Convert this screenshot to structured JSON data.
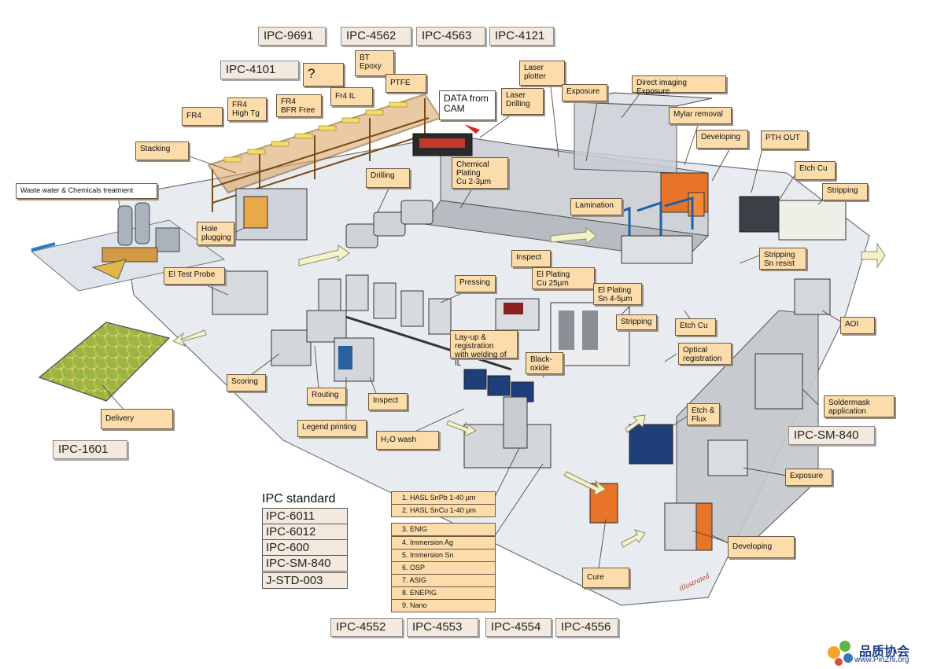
{
  "ipc_top": [
    "IPC-9691",
    "IPC-4562",
    "IPC-4563",
    "IPC-4121",
    "IPC-4101"
  ],
  "ipc_other": {
    "ipc_1601": "IPC-1601",
    "ipc_sm840_right": "IPC-SM-840"
  },
  "ipc_bottom": [
    "IPC-4552",
    "IPC-4553",
    "IPC-4554",
    "IPC-4556"
  ],
  "ipc_standard": {
    "title": "IPC standard",
    "items": [
      "IPC-6011",
      "IPC-6012",
      "IPC-600",
      "IPC-SM-840",
      "J-STD-003"
    ]
  },
  "labels": {
    "question": "?",
    "fr4": "FR4",
    "fr4_high_tg": "FR4\nHigh Tg",
    "fr4_bfr_free": "FR4\nBFR Free",
    "fr4_il": "Fr4 IL",
    "bt_epoxy": "BT\nEpoxy",
    "ptfe": "PTFE",
    "data_from_cam": "DATA from\nCAM",
    "laser_drilling": "Laser\nDrilling",
    "laser_plotter": "Laser\nplotter",
    "exposure_top": "Exposure",
    "direct_imaging": "Direct imaging Exposure",
    "mylar_removal": "Mylar removal",
    "developing_top": "Developing",
    "pth_out": "PTH OUT",
    "etch_cu_top": "Etch Cu",
    "stripping_top": "Stripping",
    "stacking": "Stacking",
    "waste_water": "Waste water & Chemicals treatment",
    "hole_plugging": "Hole\nplugging",
    "drilling": "Drilling",
    "chemical_plating": "Chemical\nPlating\nCu 2-3µm",
    "lamination": "Lamination",
    "inspect_mid": "Inspect",
    "el_plating_cu": "El Plating\nCu 25µm",
    "el_plating_sn": "El Plating\nSn 4-5µm",
    "stripping_sn": "Stripping\nSn resist",
    "el_test_probe": "El Test Probe",
    "pressing": "Pressing",
    "stripping_mid": "Stripping",
    "etch_cu_mid": "Etch Cu",
    "aoi": "AOI",
    "optical_registration": "Optical\nregistration",
    "layup": "Lay-up &\nregistration\nwith welding of IL",
    "black_oxide": "Black-\noxide",
    "scoring": "Scoring",
    "routing": "Routing",
    "inspect_low": "Inspect",
    "delivery": "Delivery",
    "legend_printing": "Legend printing",
    "h2o_wash": "H₂O wash",
    "etch_flux": "Etch &\nFlux",
    "soldermask": "Soldermask\napplication",
    "exposure_low": "Exposure",
    "developing_low": "Developing",
    "cure": "Cure"
  },
  "finishes": [
    "1. HASL SnPb 1-40 µm",
    "2. HASL SnCu 1-40 µm",
    "3. ENIG",
    "4. Immersion Ag",
    "5. Immersion Sn",
    "6. OSP",
    "7. ASIG",
    "8. ENEPIG",
    "9. Nano"
  ],
  "watermark": "illustrated",
  "logo": {
    "cn": "品质协会",
    "url": "www.PinZhi.org"
  },
  "colors": {
    "label_fill": "#fcdcaa",
    "ipc_fill": "#f3e9de",
    "floor": "#e9edf1",
    "machine_orange": "#e8742a",
    "machine_blue": "#1f5fa8"
  }
}
